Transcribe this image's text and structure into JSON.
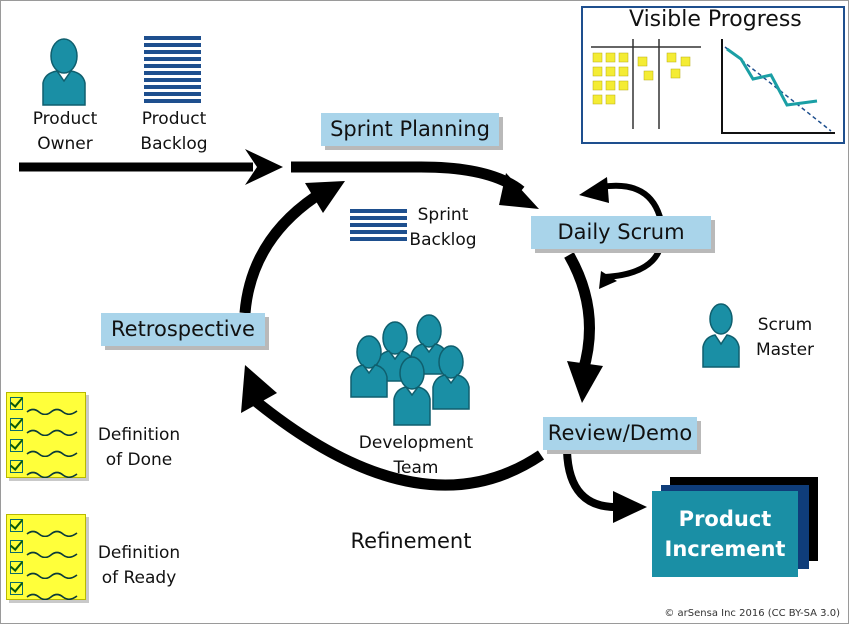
{
  "title": "",
  "labels": {
    "product_owner": "Product\nOwner",
    "product_owner_l1": "Product",
    "product_owner_l2": "Owner",
    "product_backlog_l1": "Product",
    "product_backlog_l2": "Backlog",
    "sprint_backlog_l1": "Sprint",
    "sprint_backlog_l2": "Backlog",
    "development_team_l1": "Development",
    "development_team_l2": "Team",
    "scrum_master_l1": "Scrum",
    "scrum_master_l2": "Master",
    "refinement": "Refinement",
    "definition_done_l1": "Definition",
    "definition_done_l2": "of Done",
    "definition_ready_l1": "Definition",
    "definition_ready_l2": "of Ready"
  },
  "events": {
    "sprint_planning": "Sprint Planning",
    "daily_scrum": "Daily Scrum",
    "review_demo": "Review/Demo",
    "retrospective": "Retrospective"
  },
  "visible_progress": {
    "title": "Visible Progress"
  },
  "product_increment": {
    "line1": "Product",
    "line2": "Increment"
  },
  "copyright": "© arSensa Inc 2016 (CC BY-SA 3.0)",
  "colors": {
    "event_box": "#a9d4ea",
    "people": "#1a8fa5",
    "backlog_lines": "#1e4f8e",
    "sticky": "#ffff3a",
    "increment_front": "#1a8fa5",
    "increment_mid": "#0f3d7a",
    "arrows": "#000000"
  },
  "icons": [
    "person-icon",
    "backlog-icon",
    "checklist-icon",
    "burndown-chart-icon",
    "task-board-icon"
  ]
}
